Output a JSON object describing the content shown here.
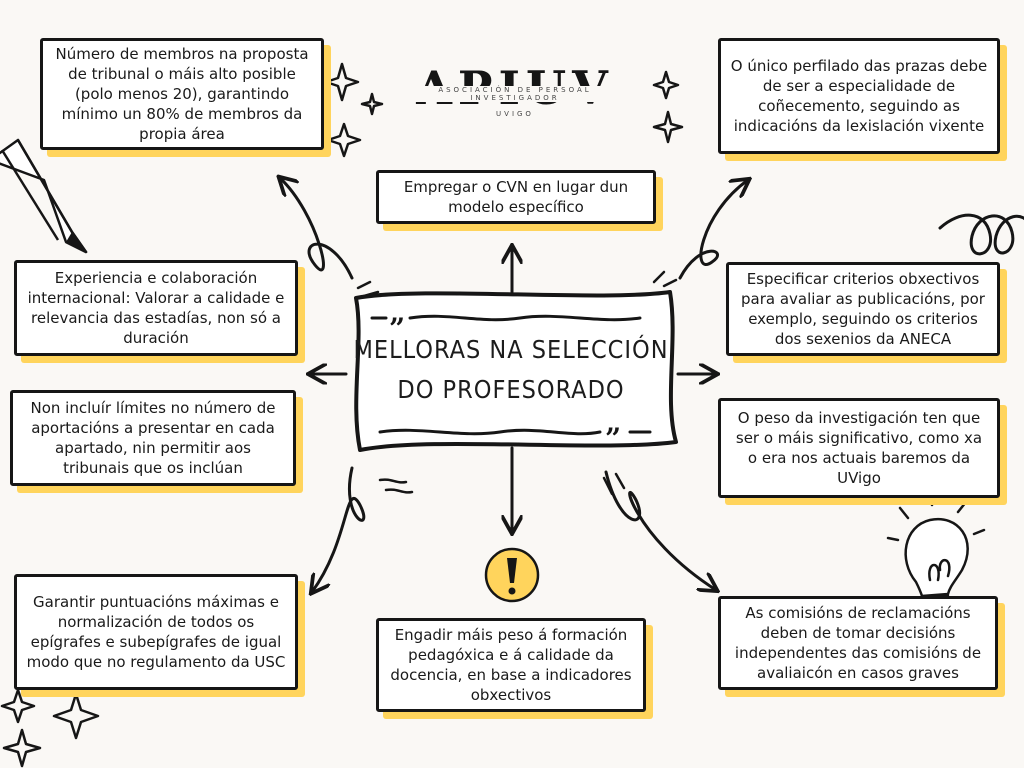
{
  "logo": {
    "name": "APIUV",
    "subtitle": "ASOCIACIÓN DE PERSOAL INVESTIGADOR",
    "tagline": "UVIGO"
  },
  "center_title": "Melloras na selección do profesorado",
  "nodes": [
    {
      "id": "tribunal",
      "text": "Número de membros na proposta de tribunal o máis alto posible (polo menos 20), garantindo mínimo un 80% de membros da propia área"
    },
    {
      "id": "perfilado",
      "text": "O único perfilado das prazas debe de ser a especialidade de coñecemento, seguindo as indicacións da lexislación vixente"
    },
    {
      "id": "cvn",
      "text": "Empregar o CVN en lugar dun modelo específico"
    },
    {
      "id": "internacional",
      "text": "Experiencia e colaboración internacional: Valorar a calidade e relevancia das estadías, non só a duración"
    },
    {
      "id": "criterios",
      "text": "Especificar criterios obxectivos para avaliar as publicacións, por exemplo, seguindo os criterios dos sexenios da ANECA"
    },
    {
      "id": "limites",
      "text": "Non incluír límites no número de aportacións a presentar en cada apartado, nin permitir aos tribunais que os inclúan"
    },
    {
      "id": "peso",
      "text": "O peso da investigación ten que ser o máis significativo, como xa o era nos actuais baremos da UVigo"
    },
    {
      "id": "puntuacions",
      "text": "Garantir puntuacións máximas e normalización de todos os epígrafes e subepígrafes de igual modo que no regulamento da USC"
    },
    {
      "id": "formacion",
      "text": "Engadir máis peso á formación pedagóxica e á calidade da docencia, en base a indicadores obxectivos"
    },
    {
      "id": "comisions",
      "text": "As comisións de reclamacións deben de tomar decisións independentes das comisións de avaliaicón en casos graves"
    }
  ]
}
